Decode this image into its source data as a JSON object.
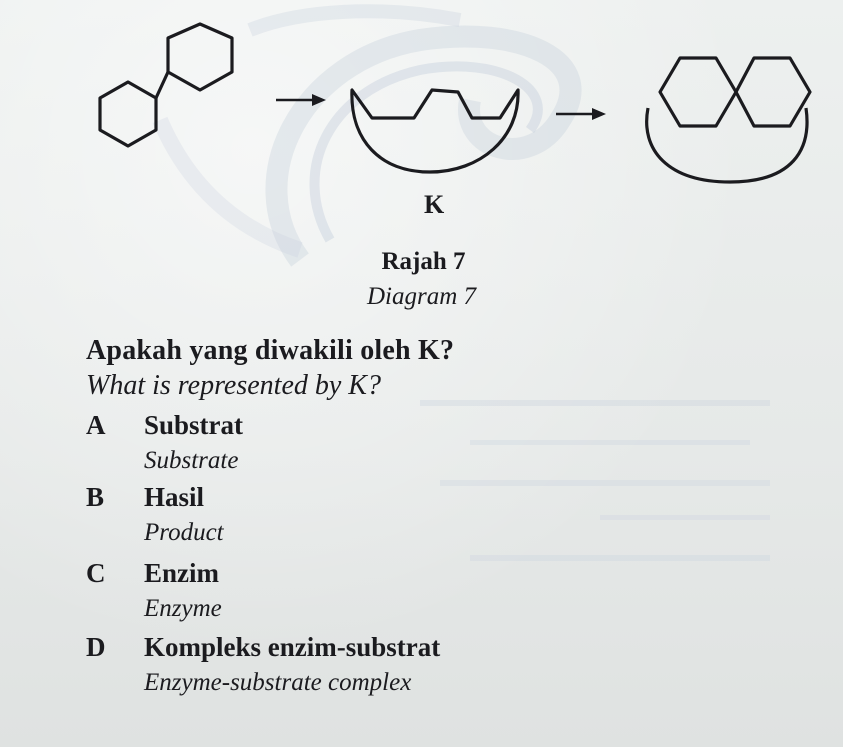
{
  "figure": {
    "k_label": "K",
    "caption_ms": "Rajah 7",
    "caption_en": "Diagram 7"
  },
  "question": {
    "ms": "Apakah yang diwakili oleh K?",
    "en": "What is represented by K?"
  },
  "options": [
    {
      "letter": "A",
      "ms": "Substrat",
      "en": "Substrate"
    },
    {
      "letter": "B",
      "ms": "Hasil",
      "en": "Product"
    },
    {
      "letter": "C",
      "ms": "Enzim",
      "en": "Enzyme"
    },
    {
      "letter": "D",
      "ms": "Kompleks enzim-substrat",
      "en": "Enzyme-substrate complex"
    }
  ],
  "colors": {
    "ink": "#1b1b1f",
    "paper": "#e8eaea",
    "bleed_through": "#b9c7d6"
  }
}
